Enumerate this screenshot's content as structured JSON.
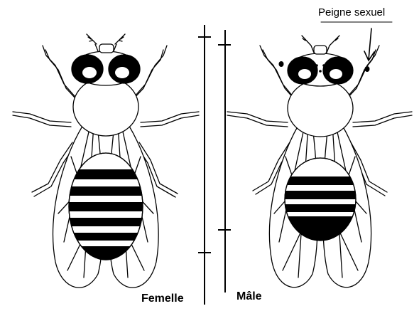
{
  "labels": {
    "female": "Femelle",
    "male": "Mâle",
    "sex_comb": "Peigne sexuel"
  },
  "colors": {
    "ink": "#000000",
    "background": "#ffffff"
  }
}
